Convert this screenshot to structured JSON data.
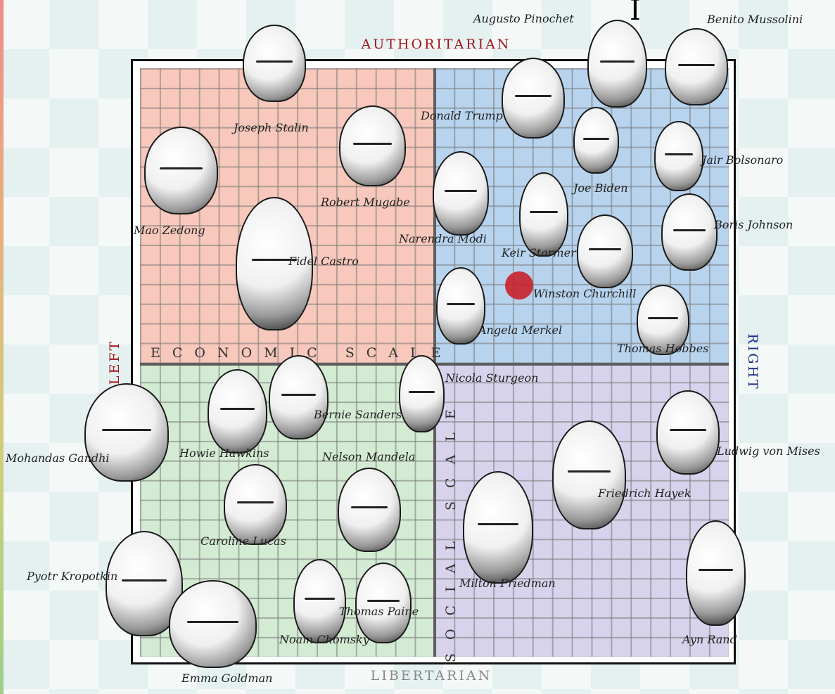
{
  "axes": {
    "top": "AUTHORITARIAN",
    "bottom": "LIBERTARIAN",
    "left": "LEFT",
    "right": "RIGHT",
    "economic_scale": "ECONOMIC SCALE",
    "social_scale": "SOCIAL SCALE"
  },
  "corner_glyph": "I",
  "colors": {
    "authoritarian_left": "#f7c8bb",
    "authoritarian_right": "#b7d3ee",
    "libertarian_left": "#d3ebd3",
    "libertarian_right": "#d7d3ec",
    "position_dot": "#c8202a",
    "axis_left_right_red": "#a3121b",
    "axis_right_blue": "#1c2b86"
  },
  "figures": [
    {
      "id": "joseph-stalin",
      "name": "Joseph Stalin"
    },
    {
      "id": "mao-zedong",
      "name": "Mao Zedong"
    },
    {
      "id": "robert-mugabe",
      "name": "Robert Mugabe"
    },
    {
      "id": "fidel-castro",
      "name": "Fidel Castro"
    },
    {
      "id": "augusto-pinochet",
      "name": "Augusto Pinochet"
    },
    {
      "id": "benito-mussolini",
      "name": "Benito Mussolini"
    },
    {
      "id": "donald-trump",
      "name": "Donald Trump"
    },
    {
      "id": "joe-biden",
      "name": "Joe Biden"
    },
    {
      "id": "jair-bolsonaro",
      "name": "Jair Bolsonaro"
    },
    {
      "id": "boris-johnson",
      "name": "Boris Johnson"
    },
    {
      "id": "narendra-modi",
      "name": "Narendra Modi"
    },
    {
      "id": "keir-starmer",
      "name": "Keir Starmer"
    },
    {
      "id": "winston-churchill",
      "name": "Winston Churchill"
    },
    {
      "id": "angela-merkel",
      "name": "Angela Merkel"
    },
    {
      "id": "thomas-hobbes",
      "name": "Thomas Hobbes"
    },
    {
      "id": "nicola-sturgeon",
      "name": "Nicola Sturgeon"
    },
    {
      "id": "mohandas-gandhi",
      "name": "Mohandas Gandhi"
    },
    {
      "id": "howie-hawkins",
      "name": "Howie Hawkins"
    },
    {
      "id": "bernie-sanders",
      "name": "Bernie Sanders"
    },
    {
      "id": "nelson-mandela",
      "name": "Nelson Mandela"
    },
    {
      "id": "caroline-lucas",
      "name": "Caroline Lucas"
    },
    {
      "id": "pyotr-kropotkin",
      "name": "Pyotr Kropotkin"
    },
    {
      "id": "emma-goldman",
      "name": "Emma Goldman"
    },
    {
      "id": "noam-chomsky",
      "name": "Noam Chomsky"
    },
    {
      "id": "thomas-paine",
      "name": "Thomas Paine"
    },
    {
      "id": "ludwig-von-mises",
      "name": "Ludwig von Mises"
    },
    {
      "id": "friedrich-hayek",
      "name": "Friedrich Hayek"
    },
    {
      "id": "milton-friedman",
      "name": "Milton Friedman"
    },
    {
      "id": "ayn-rand",
      "name": "Ayn Rand"
    }
  ]
}
